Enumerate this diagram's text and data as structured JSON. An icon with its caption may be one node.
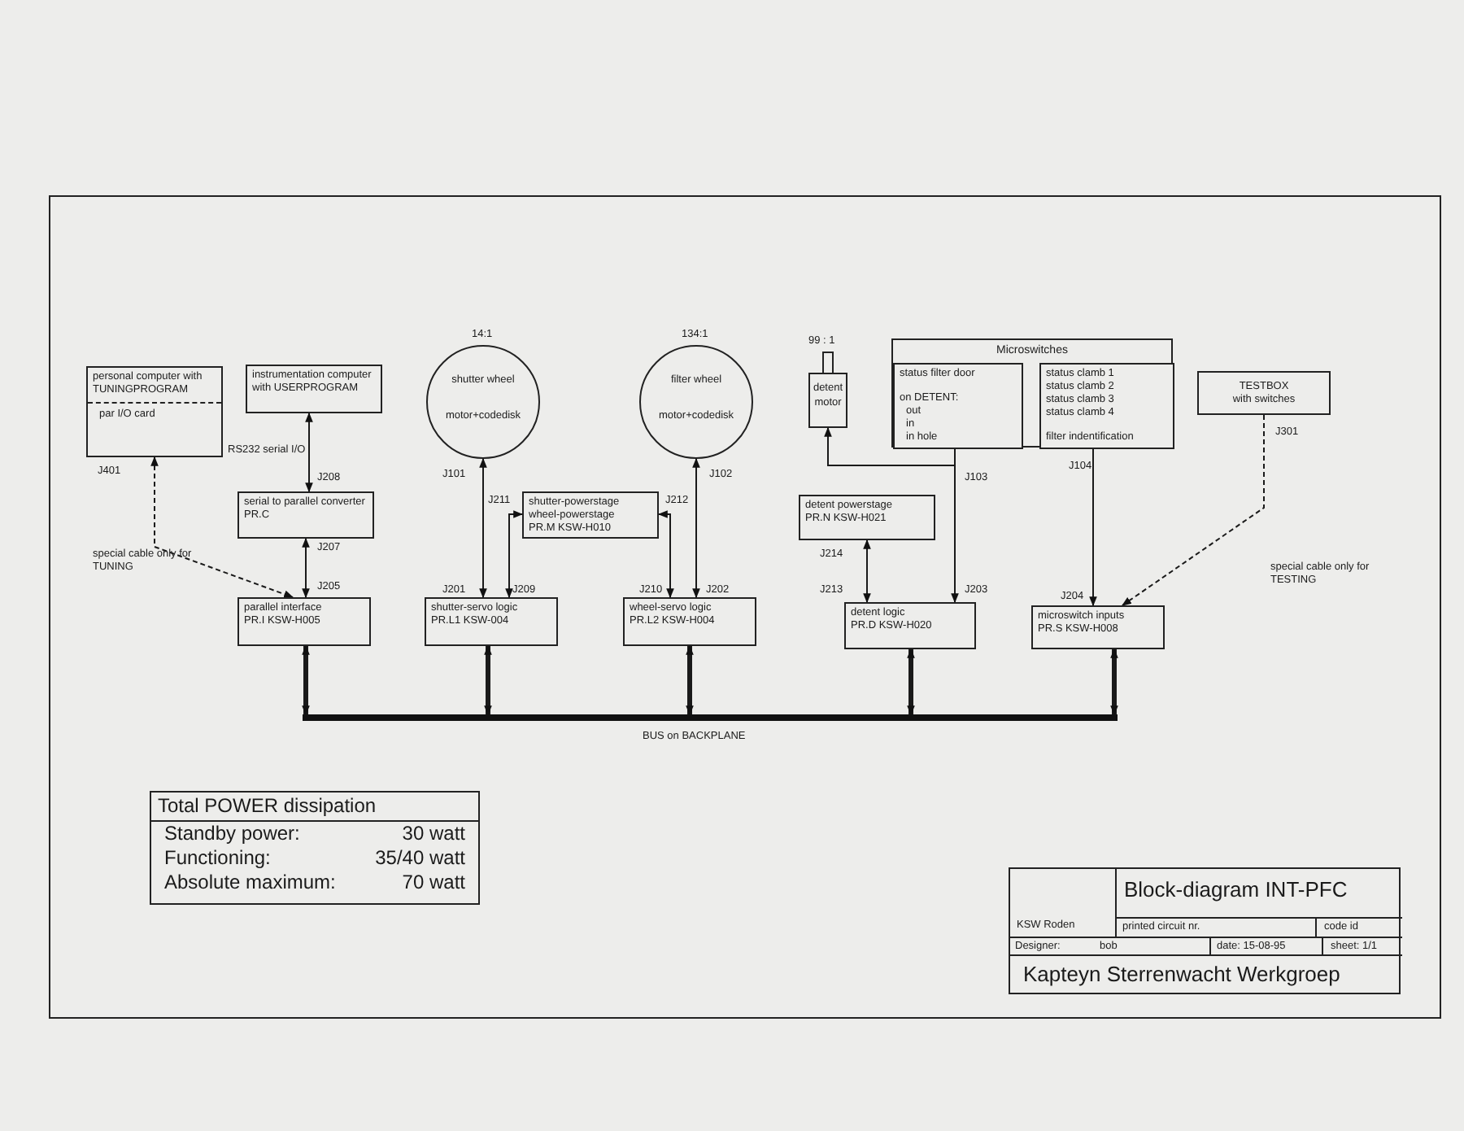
{
  "diagram": {
    "nodes": [
      {
        "text": [
          "personal computer with TUNINGPROGRAM",
          "par I/O card"
        ]
      },
      {
        "text": [
          "instrumentation computer with USERPROGRAM"
        ]
      },
      {
        "text": [
          "serial to parallel converter",
          "PR.C"
        ]
      },
      {
        "text": [
          "parallel interface",
          "PR.I KSW-H005"
        ]
      },
      {
        "text": [
          "shutter wheel",
          "motor+codedisk"
        ],
        "beside": [
          "14:1"
        ]
      },
      {
        "text": [
          "filter wheel",
          "motor+codedisk"
        ],
        "beside": [
          "134:1"
        ]
      },
      {
        "text": [
          "shutter-powerstage",
          "wheel-powerstage",
          "PR.M KSW-H010"
        ]
      },
      {
        "text": [
          "shutter-servo logic",
          "PR.L1 KSW-004"
        ]
      },
      {
        "text": [
          "wheel-servo logic",
          "PR.L2 KSW-H004"
        ]
      },
      {
        "text": [
          "detent motor"
        ],
        "beside": [
          "99 : 1"
        ]
      },
      {
        "text": [
          "Microswitches"
        ]
      },
      {
        "text": [
          "status filter door",
          "on DETENT:",
          "out",
          "in",
          "in hole"
        ],
        "in": 10
      },
      {
        "text": [
          "status clamb 1",
          "status clamb 2",
          "status clamb 3",
          "status clamb 4",
          "filter indentification"
        ],
        "in": 10
      },
      {
        "text": [
          "detent powerstage",
          "PR.N KSW-H021"
        ]
      },
      {
        "text": [
          "detent logic",
          "PR.D KSW-H020"
        ]
      },
      {
        "text": [
          "TESTBOX",
          "with switches"
        ]
      },
      {
        "text": [
          "microswitch inputs",
          "PR.S KSW-H008"
        ]
      },
      {
        "text": [],
        "shape": "bar",
        "beside": [
          "BUS on BACKPLANE"
        ]
      },
      {
        "text": [
          "Total POWER dissipation",
          "Standby power:",
          "30 watt",
          "Functioning:",
          "35/40 watt",
          "Absolute maximum:",
          "70 watt"
        ]
      },
      {
        "text": [
          "KSW Roden",
          "Block-diagram INT-PFC",
          "printed circuit nr.",
          "code id",
          "Designer:",
          "bob",
          "date: 15-08-95",
          "sheet: 1/1",
          "Kapteyn Sterrenwacht Werkgroep"
        ]
      }
    ],
    "edges": [
      {
        "from": 0,
        "to": 3,
        "arrow": "both",
        "style": "dashed"
      },
      {
        "from": 1,
        "to": 2,
        "arrow": "both",
        "label": "RS232 serial I/O"
      },
      {
        "from": 2,
        "to": 3,
        "arrow": "both"
      },
      {
        "from": 4,
        "to": 7,
        "arrow": "both"
      },
      {
        "from": 6,
        "to": 7,
        "arrow": "both"
      },
      {
        "from": 6,
        "to": 8,
        "arrow": "both"
      },
      {
        "from": 5,
        "to": 8,
        "arrow": "both"
      },
      {
        "from": 14,
        "to": 9,
        "arrow": "to"
      },
      {
        "from": 11,
        "to": 14,
        "arrow": "to"
      },
      {
        "from": 13,
        "to": 14,
        "arrow": "both"
      },
      {
        "from": 12,
        "to": 16,
        "arrow": "to"
      },
      {
        "from": 15,
        "to": 16,
        "arrow": "to",
        "style": "dashed"
      },
      {
        "from": 3,
        "to": 17,
        "arrow": "both",
        "style": "thick"
      },
      {
        "from": 7,
        "to": 17,
        "arrow": "both",
        "style": "thick"
      },
      {
        "from": 8,
        "to": 17,
        "arrow": "both",
        "style": "thick"
      },
      {
        "from": 14,
        "to": 17,
        "arrow": "both",
        "style": "thick"
      },
      {
        "from": 16,
        "to": 17,
        "arrow": "both",
        "style": "thick"
      }
    ],
    "labels": [
      "J401",
      "J208",
      "J207",
      "special cable only for TUNING",
      "J205",
      "J101",
      "J102",
      "J211",
      "J212",
      "J201",
      "J209",
      "J210",
      "J202",
      "J103",
      "J214",
      "J213",
      "J203",
      "J104",
      "J301",
      "special cable only for TESTING",
      "J204"
    ]
  }
}
